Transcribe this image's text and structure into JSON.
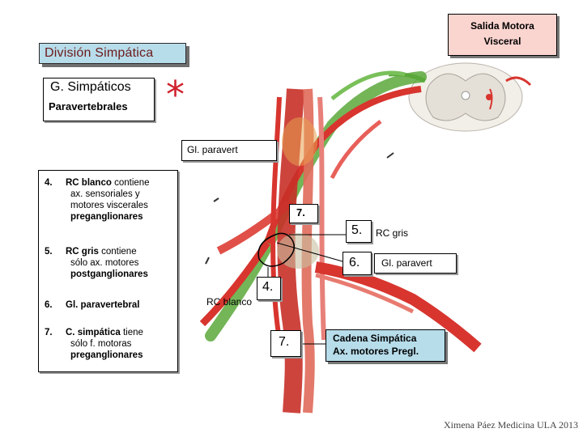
{
  "header": {
    "title": "División Simpática"
  },
  "salida": {
    "line1": "Salida Motora",
    "line2": "Visceral"
  },
  "ganglios": {
    "line1": "G. Simpáticos",
    "line2": "Paravertebrales",
    "asterisk": "*"
  },
  "labels": {
    "gl_paravert_top": "Gl. paravert",
    "seven_upper": "7.",
    "five": "5.",
    "rc_gris": "RC gris",
    "six": "6.",
    "gl_paravert_side": "Gl. paravert",
    "four": "4.",
    "rc_blanco": "RC blanco",
    "seven_lower": "7."
  },
  "legend": [
    {
      "num": "4.",
      "bold1": "RC blanco",
      "rest1": "contiene",
      "line2": "ax. sensoriales y",
      "line3": "motores viscerales",
      "line4": "preganglionares"
    },
    {
      "num": "5.",
      "bold1": "RC gris",
      "rest1": "contiene",
      "line2": "sólo ax. motores",
      "line3": "postganglionares"
    },
    {
      "num": "6.",
      "bold1": "Gl. paravertebral"
    },
    {
      "num": "7.",
      "bold1": "C. simpática",
      "rest1": "tiene",
      "line2": "sólo f. motoras",
      "line3": "preganglionares"
    }
  ],
  "cadena": {
    "line1": "Cadena Simpática",
    "line2": "Ax. motores Pregl."
  },
  "credit": "Ximena Páez Medicina ULA 2013",
  "colors": {
    "title_bg": "#b7dcea",
    "title_text": "#6b1a1a",
    "salida_bg": "#fad4cf",
    "asterisk": "#d0202e",
    "nerve_red": "#d8352f",
    "nerve_green": "#5aa83a"
  }
}
